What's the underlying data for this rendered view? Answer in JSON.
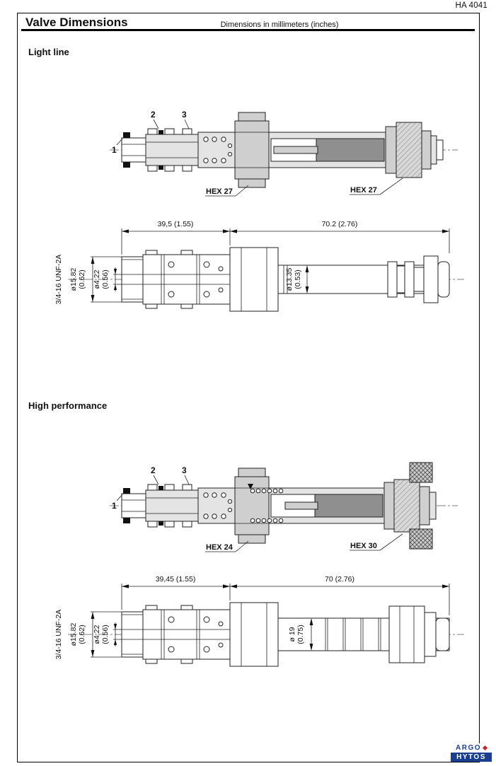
{
  "page": {
    "doc_number": "HA 4041",
    "title": "Valve Dimensions",
    "subtitle": "Dimensions in millimeters (inches)"
  },
  "light_line": {
    "heading": "Light line",
    "ports": {
      "p1": "1",
      "p2": "2",
      "p3": "3"
    },
    "hex_left": "HEX 27",
    "hex_right": "HEX  27",
    "dims": {
      "length_left": "39,5 (1.55)",
      "length_right": "70.2 (2.76)",
      "thread": "3/4-16 UNF-2A",
      "dia_body_mm": "ø15.82",
      "dia_body_in": "(0.62)",
      "dia_orifice_mm": "ø4.22",
      "dia_orifice_in": "(0.56)",
      "dia_tube_mm": "ø13.35",
      "dia_tube_in": "(0.53)"
    }
  },
  "high_performance": {
    "heading": "High performance",
    "ports": {
      "p1": "1",
      "p2": "2",
      "p3": "3"
    },
    "hex_left": "HEX 24",
    "hex_right": "HEX 30",
    "dims": {
      "length_left": "39,45 (1.55)",
      "length_right": "70 (2.76)",
      "thread": "3/4-16 UNF-2A",
      "dia_body_mm": "ø15.82",
      "dia_body_in": "(0.62)",
      "dia_orifice_mm": "ø4.22",
      "dia_orifice_in": "(0.56)",
      "dia_tube_mm": "ø 19",
      "dia_tube_in": "(0.75)"
    }
  },
  "footer": {
    "brand_top": "ARGO",
    "brand_bottom": "HYTOS"
  }
}
